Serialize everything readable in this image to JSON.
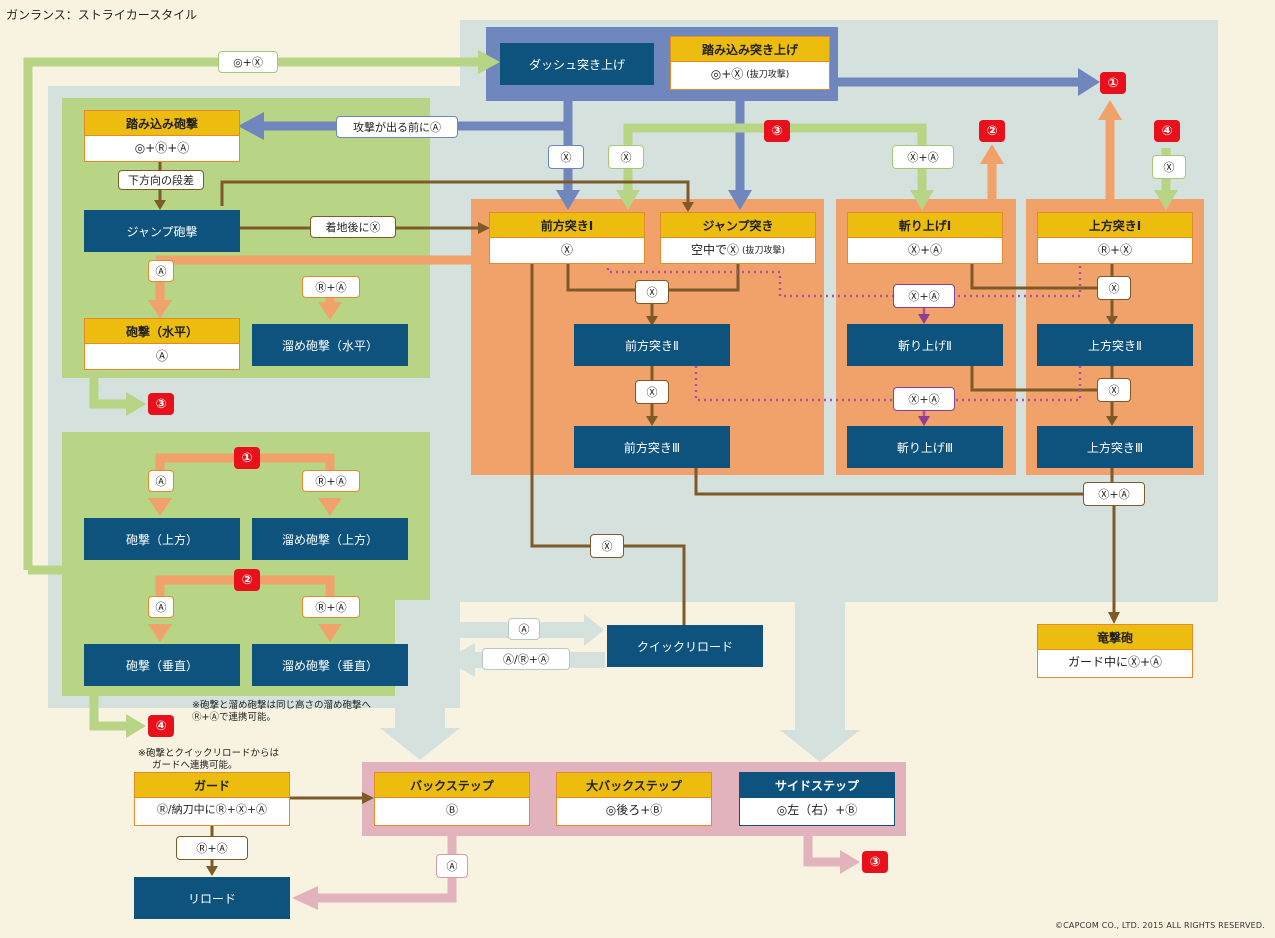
{
  "page_title": "ガンランス：ストライカースタイル",
  "copyright": "©CAPCOM CO., LTD. 2015 ALL RIGHTS RESERVED.",
  "colors": {
    "blue_node": "#0d537d",
    "header_yellow": "#ecbd0e",
    "border_orange": "#e58a2c",
    "brown_line": "#7d5a28",
    "blue_line": "#6f87bd",
    "green_line": "#a6c873",
    "orange_line": "#f0a26a",
    "pink_line": "#e2b3bc",
    "grey_line": "#d5e1dc",
    "purple_dotted": "#b04fa8",
    "badge_red": "#e8101a"
  },
  "button_icons": {
    "X": "circle-x-button",
    "A": "circle-a-button",
    "B": "circle-b-button",
    "R": "square-r-button",
    "stick": "double-circle-stick"
  },
  "nodes": {
    "dash_thrust": "ダッシュ突き上げ",
    "step_thrust_title": "踏み込み突き上げ",
    "step_thrust_cmd": "◎+Ⓧ",
    "step_thrust_note": "(抜刀攻撃)",
    "step_shell_title": "踏み込み砲撃",
    "step_shell_cmd": "◎+Ⓡ+Ⓐ",
    "jump_shell": "ジャンプ砲撃",
    "shell_flat_title": "砲撃（水平）",
    "shell_flat_cmd": "Ⓐ",
    "charged_flat": "溜め砲撃（水平）",
    "fwd1_title": "前方突きⅠ",
    "fwd1_cmd": "Ⓧ",
    "jump_thrust_title": "ジャンプ突き",
    "jump_thrust_cmd": "空中でⓍ",
    "jump_thrust_note": "(抜刀攻撃)",
    "fwd2": "前方突きⅡ",
    "fwd3": "前方突きⅢ",
    "rise1_title": "斬り上げⅠ",
    "rise1_cmd": "Ⓧ+Ⓐ",
    "rise2": "斬り上げⅡ",
    "rise3": "斬り上げⅢ",
    "up1_title": "上方突きⅠ",
    "up1_cmd": "Ⓡ+Ⓧ",
    "up2": "上方突きⅡ",
    "up3": "上方突きⅢ",
    "shell_up": "砲撃（上方）",
    "charged_up": "溜め砲撃（上方）",
    "shell_vert": "砲撃（垂直）",
    "charged_vert": "溜め砲撃（垂直）",
    "quick_reload": "クイックリロード",
    "wyvern_title": "竜撃砲",
    "wyvern_cmd": "ガード中にⓍ+Ⓐ",
    "guard_title": "ガード",
    "guard_cmd": "Ⓡ/納刀中にⓇ+Ⓧ+Ⓐ",
    "backstep_title": "バックステップ",
    "backstep_cmd": "Ⓑ",
    "big_backstep_title": "大バックステップ",
    "big_backstep_cmd": "◎後ろ+Ⓑ",
    "sidestep_title": "サイドステップ",
    "sidestep_cmd": "◎左（右）+Ⓑ",
    "reload": "リロード"
  },
  "labels": {
    "stick_x": "◎+Ⓧ",
    "before_hit": "攻撃が出る前にⒶ",
    "down_ledge": "下方向の段差",
    "after_land": "着地後にⓍ",
    "blue_x": "Ⓧ",
    "green_x": "Ⓧ",
    "green_xa": "Ⓧ+Ⓐ",
    "green_x4": "Ⓧ",
    "shell_a": "Ⓐ",
    "charged_ra": "Ⓡ+Ⓐ",
    "fwd_x1": "Ⓧ",
    "fwd_x2": "Ⓧ",
    "rise_xa1": "Ⓧ+Ⓐ",
    "rise_xa2": "Ⓧ+Ⓐ",
    "up_x1": "Ⓧ",
    "up_x2": "Ⓧ",
    "wyvern_xa": "Ⓧ+Ⓐ",
    "quick_x": "Ⓧ",
    "sh_up_a": "Ⓐ",
    "sh_up_ra": "Ⓡ+Ⓐ",
    "sh_v_a": "Ⓐ",
    "sh_v_ra": "Ⓡ+Ⓐ",
    "qr_a": "Ⓐ",
    "qr_ara": "Ⓐ/Ⓡ+Ⓐ",
    "guard_ra": "Ⓡ+Ⓐ",
    "step_a": "Ⓐ"
  },
  "badges": {
    "b1_top": "①",
    "b2_top": "②",
    "b3_top": "③",
    "b4_top": "④",
    "b3_left": "③",
    "b1_mid": "①",
    "b2_mid": "②",
    "b4_left": "④",
    "b3_bottom": "③"
  },
  "notes": {
    "note1_line1": "※砲撃と溜め砲撃は同じ高さの溜め砲撃へ",
    "note1_line2": "Ⓡ+Ⓐで連携可能。",
    "note2_line1": "※砲撃とクイックリロードからは",
    "note2_line2": "ガードへ連携可能。"
  }
}
